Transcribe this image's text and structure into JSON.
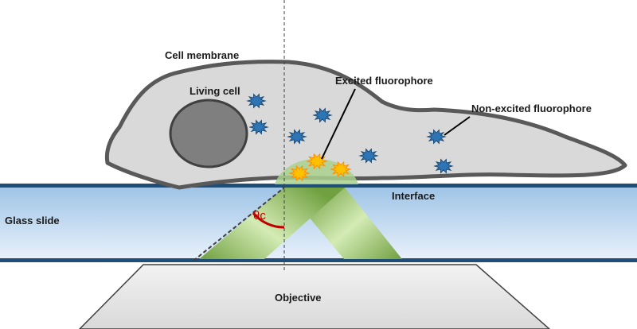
{
  "labels": {
    "cell_membrane": "Cell membrane",
    "living_cell": "Living cell",
    "excited_fluorophore": "Excited fluorophore",
    "non_excited_fluorophore": "Non-excited fluorophore",
    "interface": "Interface",
    "glass_slide": "Glass slide",
    "objective": "Objective",
    "critical_angle": "θc"
  },
  "colors": {
    "cell_fill": "#d9d9d9",
    "membrane": "#595959",
    "nucleus": "#7f7f7f",
    "glass_line": "#1f4e79",
    "beam": "#8cbf5a",
    "evanescent": "#a9d18e",
    "non_excited": "#2e75b6",
    "excited": "#ffc000",
    "angle_arc": "#c00000"
  }
}
